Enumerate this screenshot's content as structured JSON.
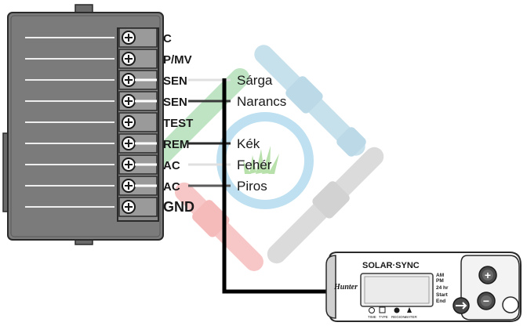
{
  "terminals": [
    "C",
    "P/MV",
    "SEN",
    "SEN",
    "TEST",
    "REM",
    "AC",
    "AC",
    "GND"
  ],
  "wires": [
    "Sárga",
    "Narancs",
    "Kék",
    "Fehér",
    "Piros"
  ],
  "device": {
    "brand": "SOLAR·SYNC",
    "maker": "Hunter",
    "display_labels": [
      "AM",
      "PM",
      "24 hr",
      "Start",
      "End"
    ],
    "bottom_labels": [
      "TIME",
      "TYPE",
      "REGION",
      "WATER"
    ],
    "plus_symbol": "+",
    "minus_symbol": "−"
  },
  "colors": {
    "sarga": "#ffffff",
    "narancs": "#3a3a3a",
    "kek": "#2a2a2a",
    "feher": "#ffffff",
    "piros": "#5a5a5a",
    "watermark_blue": "#9cc8de",
    "watermark_green": "#8fd29a",
    "watermark_red": "#f29a9a",
    "watermark_gray": "#c7c7c7"
  }
}
